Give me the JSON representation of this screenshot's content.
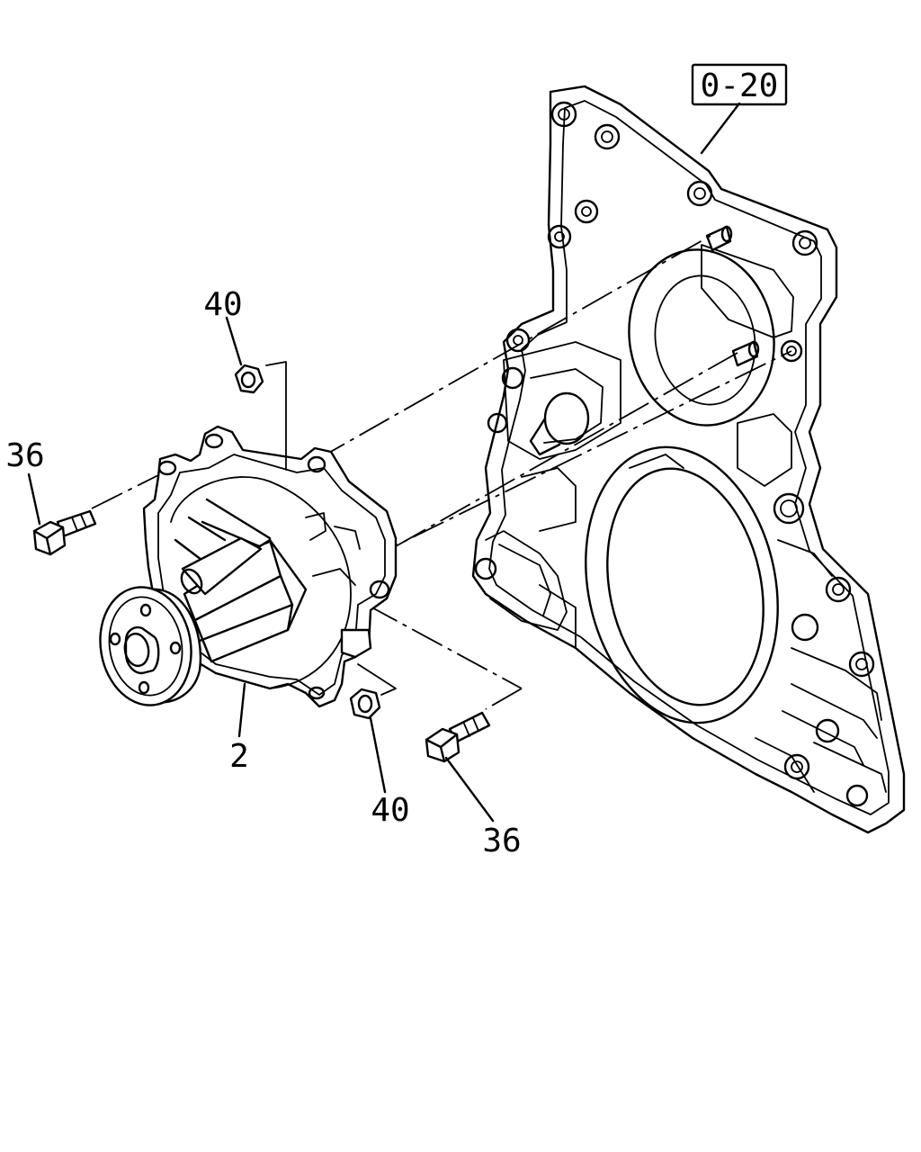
{
  "callouts": {
    "ref_box": "0-20",
    "nut_top": "40",
    "bolt_left": "36",
    "pump": "2",
    "nut_bottom": "40",
    "bolt_bottom": "36"
  }
}
